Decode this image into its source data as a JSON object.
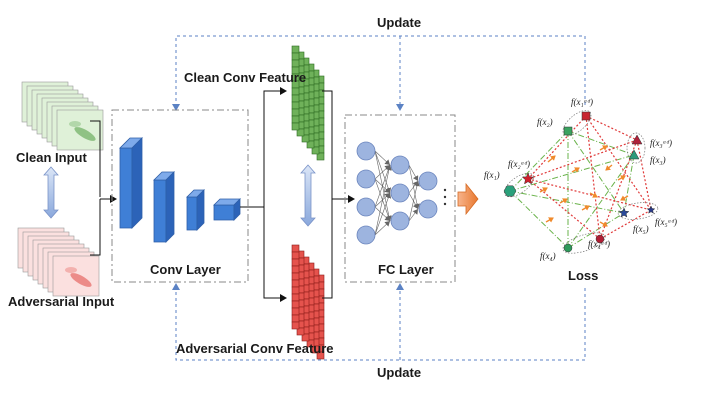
{
  "labels": {
    "update_top": "Update",
    "update_bottom": "Update",
    "clean_input": "Clean Input",
    "adversarial_input": "Adversarial Input",
    "conv_layer": "Conv Layer",
    "clean_conv_feature": "Clean Conv Feature",
    "adversarial_conv_feature": "Adversarial Conv Feature",
    "fc_layer": "FC Layer",
    "loss": "Loss"
  },
  "loss_nodes": {
    "fx1": "f(x₁)",
    "fx2": "f(x₂)",
    "fx3": "f(x₃)",
    "fx4": "f(x₄)",
    "fx5": "f(x₅)",
    "fx1ad": "f(x₁ᵃᵈ)",
    "fx2ad": "f(x₂ᵃᵈ)",
    "fx3ad": "f(x₃ᵃᵈ)",
    "fx4ad": "f(x₄ᵃᵈ)",
    "fx5ad": "f(x₅ᵃᵈ)"
  },
  "colors": {
    "clean": "#4d9a3f",
    "clean_light": "#dff1d8",
    "adversarial": "#e0453f",
    "adversarial_light": "#fbe0df",
    "conv_blue": "#3f7fd6",
    "update_arrow": "#5b82c4",
    "fc_node": "#9db4df",
    "loss_red_line": "#e03a3a",
    "loss_green_line": "#6ab34b",
    "loss_orange_arrow": "#f08a2c"
  }
}
